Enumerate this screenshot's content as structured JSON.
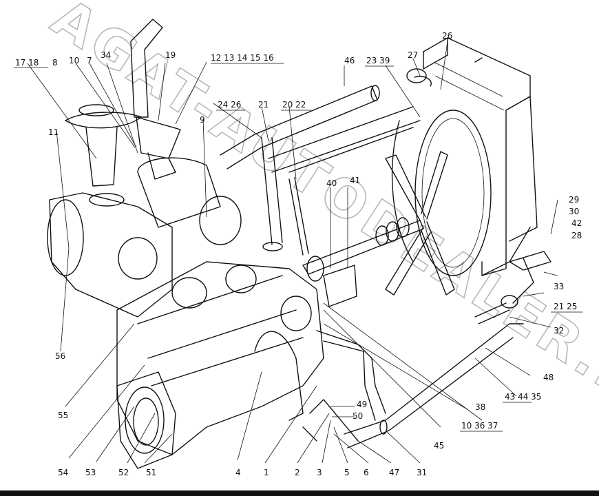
{
  "watermark": "AGAT-AUTODEALER.RU",
  "labels": {
    "l17_18": "17  18",
    "l8": "8",
    "l10a": "10",
    "l7": "7",
    "l34": "34",
    "l19": "19",
    "l12_16": "12  13 14  15  16",
    "l46": "46",
    "l23_39": "23  39",
    "l27": "27",
    "l26a": "26",
    "l24_26": "24  26",
    "l21a": "21",
    "l20_22": "20  22",
    "l9": "9",
    "l11": "11",
    "l40": "40",
    "l41": "41",
    "l29": "29",
    "l30": "30",
    "l42": "42",
    "l28": "28",
    "l33": "33",
    "l21_25": "21  25",
    "l32": "32",
    "l56": "56",
    "l48": "48",
    "l43_35": "43  44  35",
    "l38": "38",
    "l49": "49",
    "l50": "50",
    "l55": "55",
    "l10_37": "10  36  37",
    "l45": "45",
    "l54": "54",
    "l53": "53",
    "l52": "52",
    "l51": "51",
    "l4": "4",
    "l1": "1",
    "l2": "2",
    "l3": "3",
    "l5": "5",
    "l6": "6",
    "l47": "47",
    "l31": "31"
  }
}
